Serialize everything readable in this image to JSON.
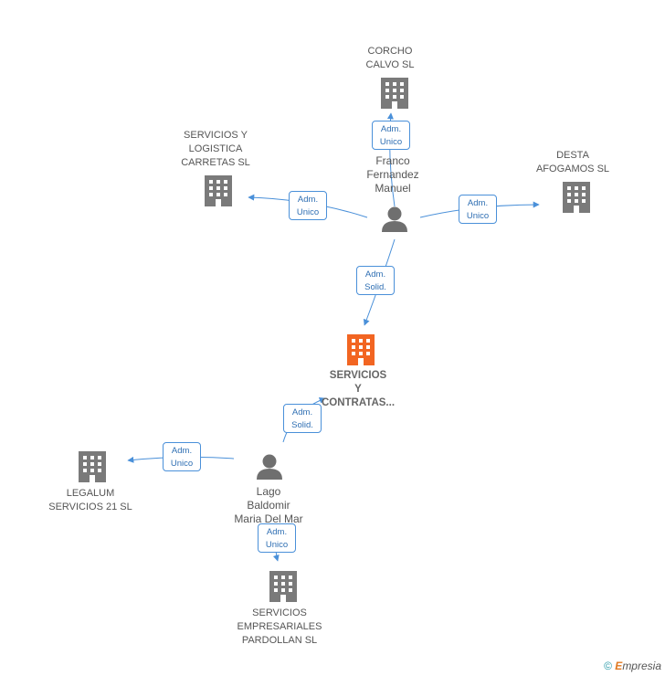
{
  "nodes": {
    "main": {
      "line1": "SERVICIOS",
      "line2": "Y",
      "line3": "CONTRATAS..."
    },
    "corcho": {
      "line1": "CORCHO",
      "line2": "CALVO SL"
    },
    "logistica": {
      "line1": "SERVICIOS Y",
      "line2": "LOGISTICA",
      "line3": "CARRETAS SL"
    },
    "desta": {
      "line1": "DESTA",
      "line2": "AFOGAMOS SL"
    },
    "legalum": {
      "line1": "LEGALUM",
      "line2": "SERVICIOS 21 SL"
    },
    "pardollan": {
      "line1": "SERVICIOS",
      "line2": "EMPRESARIALES",
      "line3": "PARDOLLAN SL"
    },
    "franco": {
      "line1": "Franco",
      "line2": "Fernandez",
      "line3": "Manuel"
    },
    "lago": {
      "line1": "Lago",
      "line2": "Baldomir",
      "line3": "Maria Del Mar"
    }
  },
  "edges": {
    "franco_corcho": {
      "line1": "Adm.",
      "line2": "Unico"
    },
    "franco_logistica": {
      "line1": "Adm.",
      "line2": "Unico"
    },
    "franco_desta": {
      "line1": "Adm.",
      "line2": "Unico"
    },
    "franco_main": {
      "line1": "Adm.",
      "line2": "Solid."
    },
    "lago_main": {
      "line1": "Adm.",
      "line2": "Solid."
    },
    "lago_legalum": {
      "line1": "Adm.",
      "line2": "Unico"
    },
    "lago_pardollan": {
      "line1": "Adm.",
      "line2": "Unico"
    }
  },
  "colors": {
    "company": "#7a7a7a",
    "main_company": "#f26522",
    "person": "#6f6f6f",
    "edge": "#4a90d9"
  },
  "footer": {
    "copyright": "©",
    "brand_first": "E",
    "brand_rest": "mpresia"
  }
}
